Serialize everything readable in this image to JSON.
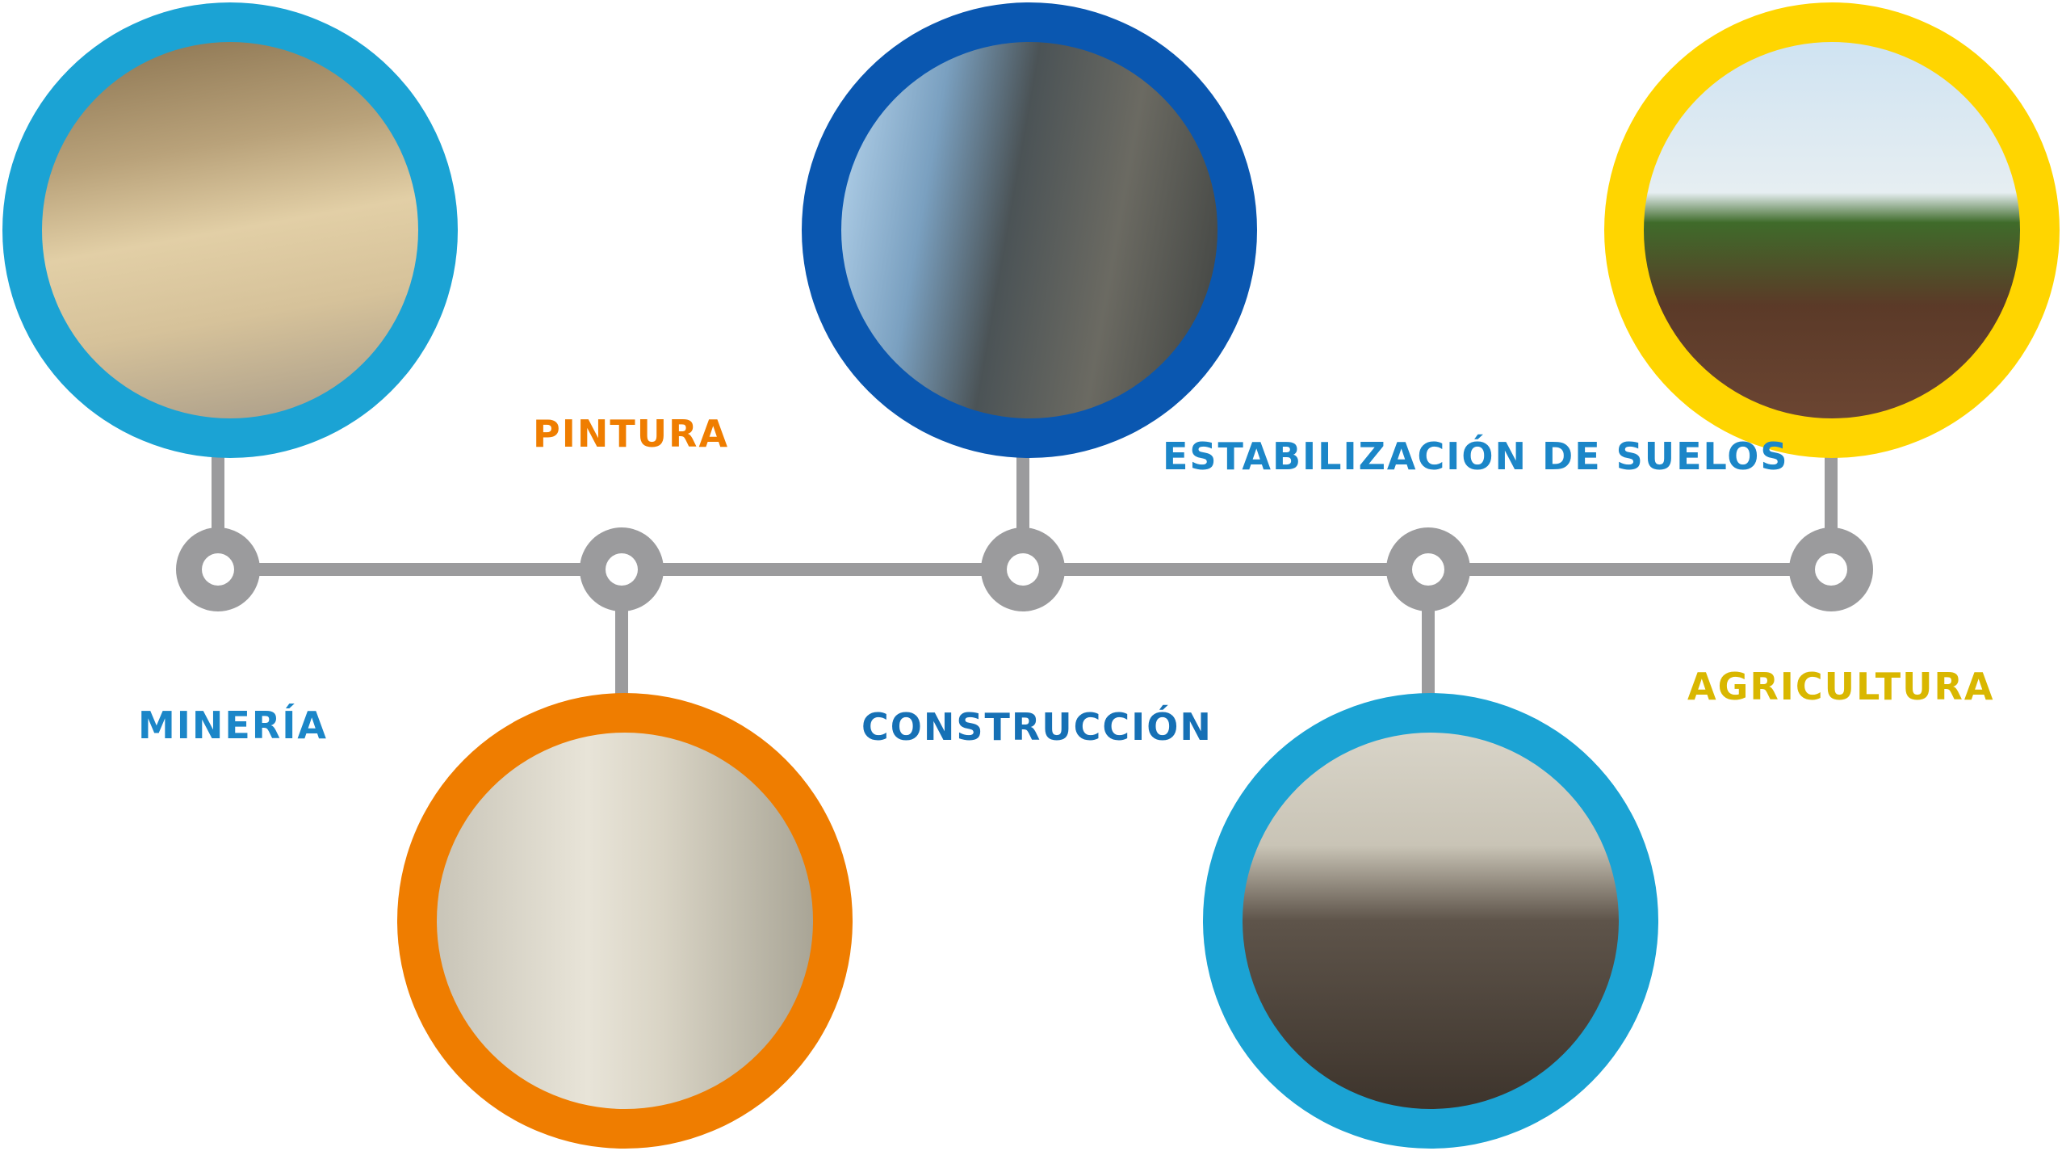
{
  "sectors": [
    {
      "label": "MINERÍA",
      "ring_color": "#1ba3d4",
      "label_color": "#1b86c8",
      "image": "mining-quarry-photo"
    },
    {
      "label": "PINTURA",
      "ring_color": "#ef7d00",
      "label_color": "#ef7d00",
      "image": "painter-on-wall-photo"
    },
    {
      "label": "CONSTRUCCIÓN",
      "ring_color": "#0a57b0",
      "label_color": "#1670b5",
      "image": "water-treatment-tank-photo"
    },
    {
      "label": "ESTABILIZACIÓN DE SUELOS",
      "ring_color": "#1ba3d4",
      "label_color": "#1b86c8",
      "image": "soil-watering-truck-photo"
    },
    {
      "label": "AGRICULTURA",
      "ring_color": "#ffd500",
      "label_color": "#d9b700",
      "image": "harvester-field-photo"
    }
  ],
  "timeline_color": "#9b9b9d"
}
